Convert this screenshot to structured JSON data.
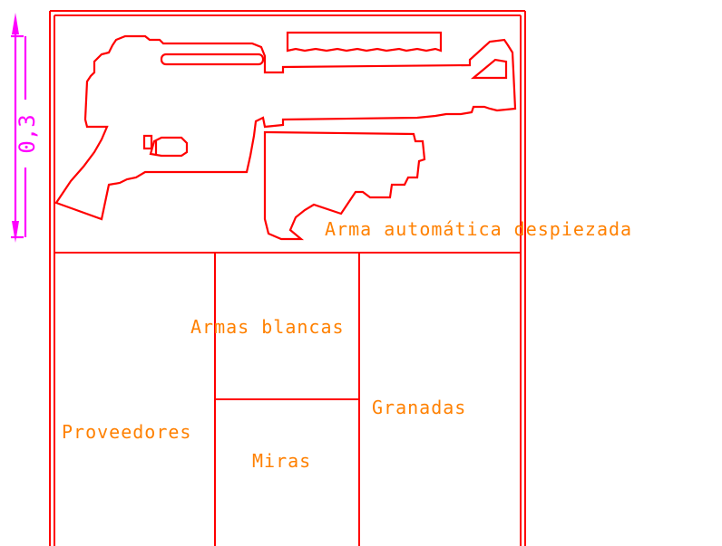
{
  "drawing": {
    "dimension_label": "0,3",
    "labels": {
      "rifle": "Arma automática despiezada",
      "blades": "Armas blancas",
      "grenades": "Granadas",
      "suppliers": "Proveedores",
      "sights": "Miras"
    },
    "colors": {
      "outline": "#ff0000",
      "text": "#ff8000",
      "dimension": "#ff00ff",
      "background": "#ffffff"
    }
  }
}
